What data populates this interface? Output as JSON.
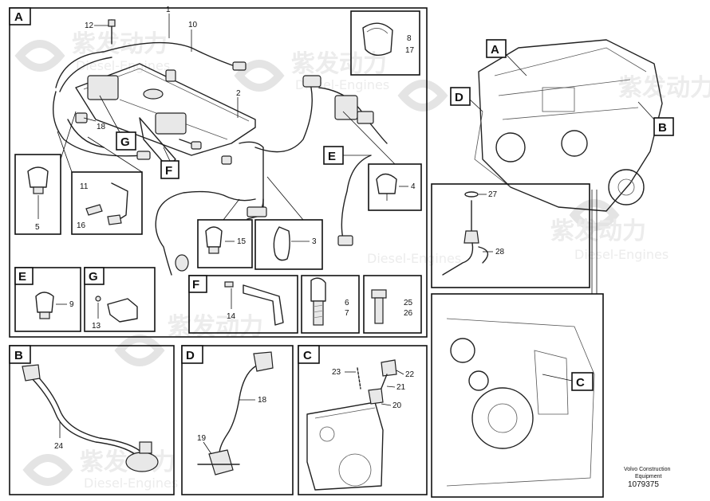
{
  "watermark": {
    "cn": "紫发动力",
    "en": "Diesel-Engines"
  },
  "callouts": {
    "A": "A",
    "B": "B",
    "C": "C",
    "D": "D",
    "E": "E",
    "F": "F",
    "G": "G"
  },
  "parts": {
    "p1": "1",
    "p2": "2",
    "p3": "3",
    "p4": "4",
    "p5": "5",
    "p6": "6",
    "p7": "7",
    "p8": "8",
    "p9": "9",
    "p10": "10",
    "p11": "11",
    "p12": "12",
    "p13": "13",
    "p14": "14",
    "p15": "15",
    "p16": "16",
    "p17": "17",
    "p18": "18",
    "p18b": "18",
    "p19": "19",
    "p20": "20",
    "p21": "21",
    "p22": "22",
    "p23": "23",
    "p24": "24",
    "p25": "25",
    "p26": "26",
    "p27": "27",
    "p28": "28"
  },
  "footer": {
    "company": "Volvo Construction",
    "company2": "Equipment",
    "drawing_id": "1079375"
  }
}
